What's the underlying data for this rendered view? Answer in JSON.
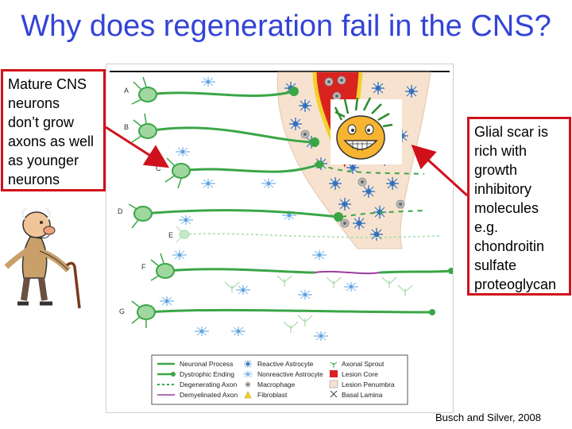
{
  "slide": {
    "title": "Why does regeneration fail in the CNS?",
    "left_callout": [
      "Mature CNS",
      "neurons",
      "don’t grow",
      "axons as well",
      "as younger",
      "neurons"
    ],
    "right_callout": [
      "Glial scar is",
      "rich with",
      "growth",
      "inhibitory",
      "molecules",
      "e.g.",
      "chondroitin",
      "sulfate",
      "proteoglycan"
    ],
    "citation": "Busch and Silver, 2008"
  },
  "diagram": {
    "row_labels": [
      "A",
      "B",
      "C",
      "D",
      "E",
      "F",
      "G"
    ],
    "legend": [
      {
        "label": "Neuronal Process",
        "symbol": "green-line"
      },
      {
        "label": "Dystrophic Ending",
        "symbol": "green-line-dot"
      },
      {
        "label": "Degenerating Axon",
        "symbol": "green-dashed"
      },
      {
        "label": "Demyelinated Axon",
        "symbol": "purple-line"
      },
      {
        "label": "Reactive Astrocyte",
        "symbol": "reactive-astrocyte-icon"
      },
      {
        "label": "Nonreactive Astrocyte",
        "symbol": "nonreactive-astrocyte-icon"
      },
      {
        "label": "Macrophage",
        "symbol": "macrophage-icon"
      },
      {
        "label": "Fibroblast",
        "symbol": "fibroblast-icon"
      },
      {
        "label": "Axonal Sprout",
        "symbol": "axonal-sprout-icon"
      },
      {
        "label": "Lesion Core",
        "symbol": "lesion-core-swatch"
      },
      {
        "label": "Lesion Penumbra",
        "symbol": "lesion-penumbra-swatch"
      },
      {
        "label": "Basal Lamina",
        "symbol": "basal-lamina-icon"
      }
    ],
    "colors": {
      "neuron": "#3aa646",
      "neuron_body": "#9fd79f",
      "degenerating": "#a8dba8",
      "demyelinated": "#9b3d9b",
      "astrocyte_nonreactive": "#5aa0e0",
      "astrocyte_reactive": "#2f6fc0",
      "lesion_core": "#d9231f",
      "lesion_penumbra": "#f6e2cf",
      "fibroblast": "#f4d12a",
      "macrophage": "#999999",
      "callout_border": "#d0111c",
      "title": "#3344d6"
    }
  }
}
